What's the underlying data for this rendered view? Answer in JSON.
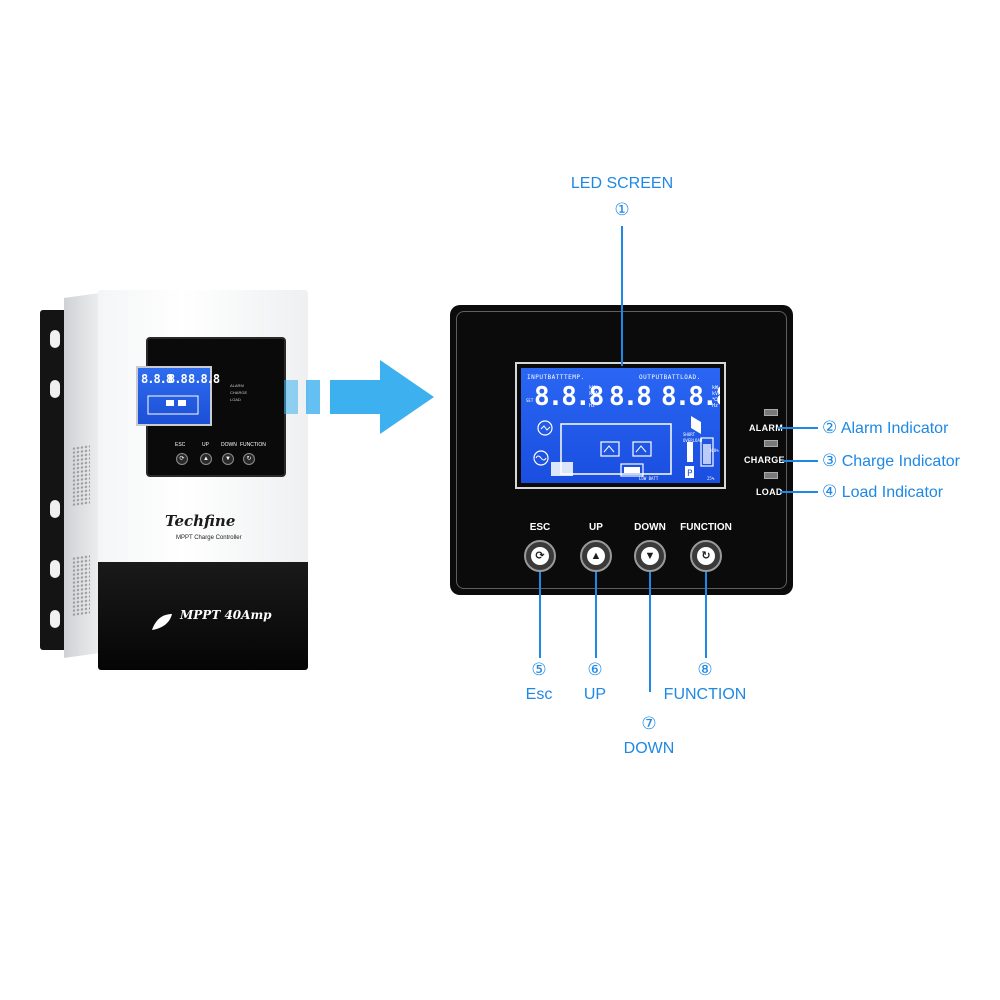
{
  "device": {
    "brand": "Techfine",
    "subtitle": "MPPT Charge Controller",
    "model": "MPPT 40Amp",
    "buttons": [
      "ESC",
      "UP",
      "DOWN",
      "FUNCTION"
    ],
    "indicators": [
      "ALARM",
      "CHARGE",
      "LOAD"
    ],
    "lcd_digits": [
      "8.8.8",
      "8.8",
      "8.8.8"
    ]
  },
  "panel": {
    "lcd": {
      "header_left": "INPUTBATTTEMP.",
      "header_right": "OUTPUTBATTLOAD.",
      "digits_left": "8.8.8",
      "digits_mid": "8.8",
      "digits_right": "8.8.8",
      "units_left": "kW\nkVA\n℃\nHz",
      "units_right": "kW\nkVA\n℃\nHz",
      "side_left": "SET",
      "low_batt": "LOW BATT",
      "short": "SHORT",
      "overload": "OVERLOAD",
      "pct_100": "100%",
      "pct_25": "25%"
    },
    "indicators": {
      "alarm": "ALARM",
      "charge": "CHARGE",
      "load": "LOAD"
    },
    "buttons": {
      "esc": "ESC",
      "up": "UP",
      "down": "DOWN",
      "function": "FUNCTION"
    }
  },
  "callouts": {
    "led_screen": {
      "number": "①",
      "label": "LED SCREEN"
    },
    "alarm": {
      "number": "②",
      "label": "Alarm Indicator"
    },
    "charge": {
      "number": "③",
      "label": "Charge Indicator"
    },
    "load": {
      "number": "④",
      "label": "Load Indicator"
    },
    "esc": {
      "number": "⑤",
      "label": "Esc"
    },
    "up": {
      "number": "⑥",
      "label": "UP"
    },
    "down": {
      "number": "⑦",
      "label": "DOWN"
    },
    "function": {
      "number": "⑧",
      "label": "FUNCTION"
    }
  },
  "colors": {
    "accent": "#1e88e5",
    "arrow": "#3db0ef",
    "lcd": "#2a66f3",
    "panel": "#0b0b0b"
  }
}
